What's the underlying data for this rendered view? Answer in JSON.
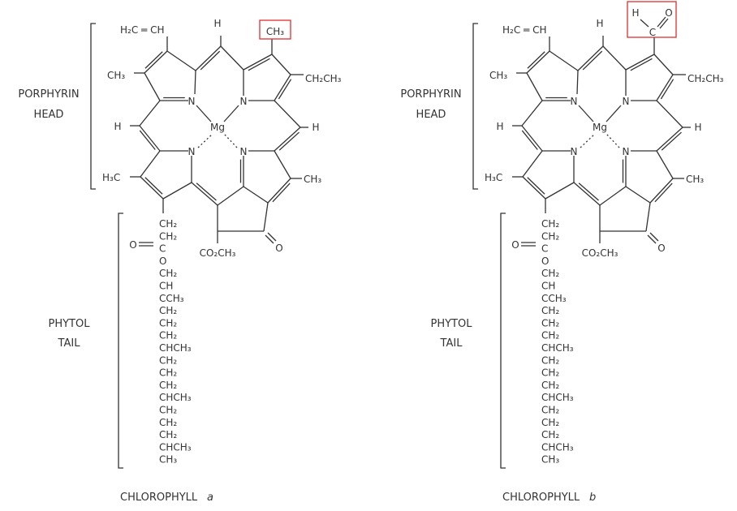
{
  "molecules": [
    {
      "name": "CHLOROPHYLL",
      "variant_letter": "a",
      "head_label": [
        "PORPHYRIN",
        "HEAD"
      ],
      "tail_label": [
        "PHYTOL",
        "TAIL"
      ],
      "highlighted_group": {
        "text": "CH₃",
        "highlight_color": "#e03030"
      },
      "atoms": {
        "vinyl": "H₂C ═ CH",
        "h_top": "H",
        "ch3_left": "CH₃",
        "ethyl": "CH₂CH₃",
        "h_left": "H",
        "h_right": "H",
        "mg": "Mg",
        "n": "N",
        "h3c": "H₃C",
        "ch3_right": "CH₃",
        "keto_o": "O",
        "ester": "CO₂CH₃",
        "ester_o": "O"
      },
      "tail": [
        "CH₂",
        "CH₂",
        "C",
        "O",
        "CH₂",
        "CH",
        "CCH₃",
        "CH₂",
        "CH₂",
        "CH₂",
        "CHCH₃",
        "CH₂",
        "CH₂",
        "CH₂",
        "CHCH₃",
        "CH₂",
        "CH₂",
        "CH₂",
        "CHCH₃",
        "CH₃"
      ]
    },
    {
      "name": "CHLOROPHYLL",
      "variant_letter": "b",
      "head_label": [
        "PORPHYRIN",
        "HEAD"
      ],
      "tail_label": [
        "PHYTOL",
        "TAIL"
      ],
      "highlighted_group": {
        "h": "H",
        "c": "C",
        "o": "O",
        "highlight_color": "#e03030"
      },
      "atoms": {
        "vinyl": "H₂C ═ CH",
        "h_top": "H",
        "ch3_left": "CH₃",
        "ethyl": "CH₂CH₃",
        "h_left": "H",
        "h_right": "H",
        "mg": "Mg",
        "n": "N",
        "h3c": "H₃C",
        "ch3_right": "CH₃",
        "keto_o": "O",
        "ester": "CO₂CH₃",
        "ester_o": "O"
      },
      "tail": [
        "CH₂",
        "CH₂",
        "C",
        "O",
        "CH₂",
        "CH",
        "CCH₃",
        "CH₂",
        "CH₂",
        "CH₂",
        "CHCH₃",
        "CH₂",
        "CH₂",
        "CH₂",
        "CHCH₃",
        "CH₂",
        "CH₂",
        "CH₂",
        "CHCH₃",
        "CH₃"
      ]
    }
  ]
}
